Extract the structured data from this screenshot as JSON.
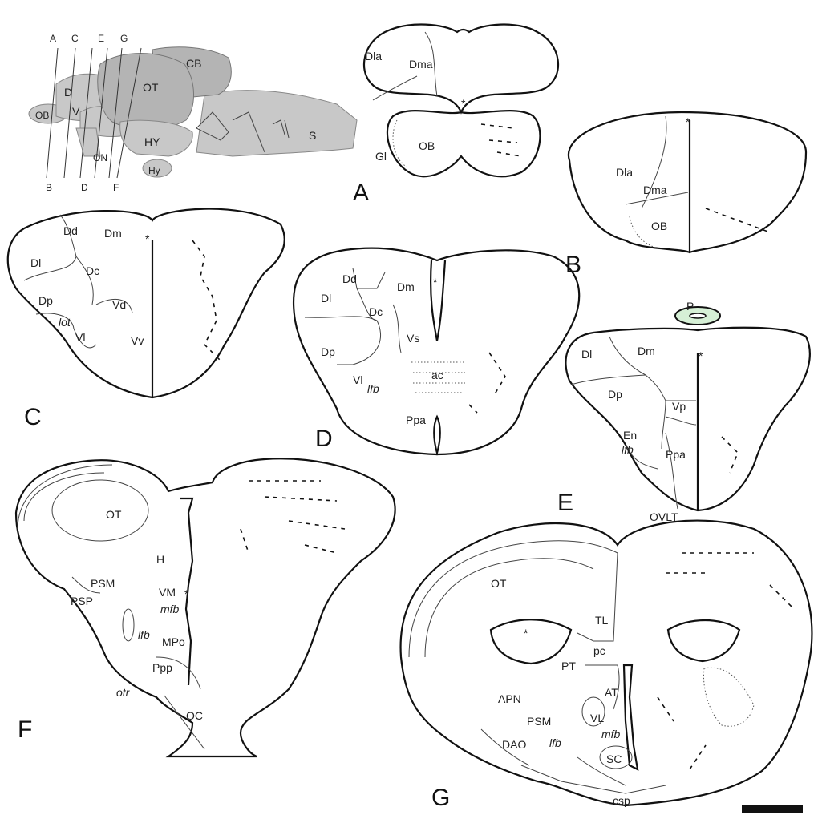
{
  "figure": {
    "panel_letters": [
      "A",
      "B",
      "C",
      "D",
      "E",
      "F",
      "G"
    ],
    "overview": {
      "regions": [
        "OB",
        "D",
        "V",
        "OT",
        "CB",
        "HY",
        "Hy",
        "ON",
        "S"
      ],
      "section_top": [
        "A",
        "C",
        "E",
        "G"
      ],
      "section_bottom": [
        "B",
        "D",
        "F"
      ]
    },
    "panel_A": {
      "labels": [
        "Dla",
        "Dma",
        "OB",
        "Gl"
      ],
      "asterisk": "*"
    },
    "panel_B": {
      "labels": [
        "Dla",
        "Dma",
        "OB"
      ],
      "asterisk": "*"
    },
    "panel_C": {
      "labels": [
        "Dd",
        "Dm",
        "Dl",
        "Dc",
        "Dp",
        "Vd",
        "lot",
        "Vl",
        "Vv"
      ],
      "asterisk": "*"
    },
    "panel_D": {
      "labels": [
        "Dd",
        "Dm",
        "Dl",
        "Dc",
        "Vs",
        "Dp",
        "ac",
        "Vl",
        "lfb",
        "Ppa"
      ],
      "asterisk": "*"
    },
    "panel_E": {
      "labels": [
        "P",
        "Dl",
        "Dm",
        "Dp",
        "Vp",
        "En",
        "lfb",
        "Ppa",
        "OVLT"
      ],
      "asterisk": "*"
    },
    "panel_F": {
      "labels": [
        "OT",
        "H",
        "PSM",
        "PSP",
        "VM",
        "mfb",
        "lfb",
        "MPo",
        "Ppp",
        "otr",
        "OC"
      ],
      "asterisk": "*"
    },
    "panel_G": {
      "labels": [
        "OT",
        "TL",
        "pc",
        "PT",
        "APN",
        "AT",
        "PSM",
        "VL",
        "mfb",
        "DAO",
        "lfb",
        "SC",
        "csp"
      ],
      "asterisk": "*"
    }
  }
}
